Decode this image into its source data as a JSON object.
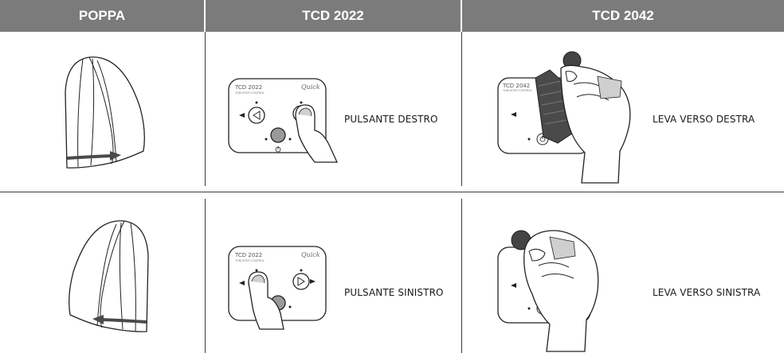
{
  "header": {
    "col1": "POPPA",
    "col2": "TCD 2022",
    "col3": "TCD 2042"
  },
  "rows": [
    {
      "tcd2022_label": "PULSANTE DESTRO",
      "tcd2042_label": "LEVA VERSO DESTRA"
    },
    {
      "tcd2022_label": "PULSANTE SINISTRO",
      "tcd2042_label": "LEVA VERSO SINISTRA"
    }
  ],
  "device": {
    "tcd2022_panel_text": "TCD 2022",
    "tcd2042_panel_text": "TCD 2042",
    "panel_subtext": "THRUSTER CONTROL",
    "brand_logo_text": "Quick"
  },
  "colors": {
    "header_bg": "#7b7b7b",
    "header_text": "#ffffff",
    "divider": "#3c3c3c"
  },
  "icons": [
    "stern-hull-icon",
    "turn-arrow-icon",
    "control-panel-icon",
    "pointing-finger-icon",
    "joystick-icon",
    "hand-icon",
    "power-icon"
  ]
}
